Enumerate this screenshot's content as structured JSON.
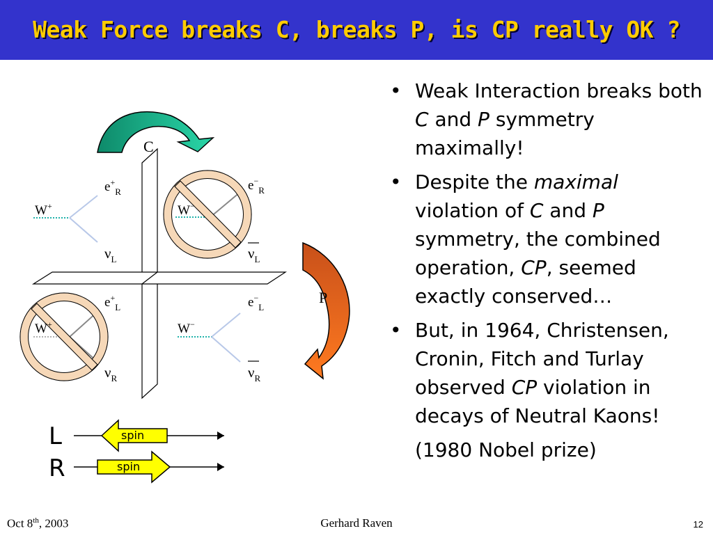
{
  "title": "Weak Force breaks C, breaks P, is CP really OK ?",
  "bullets": [
    {
      "parts": [
        "Weak Interaction breaks both ",
        "C",
        " and ",
        "P",
        " symmetry maximally!"
      ]
    },
    {
      "parts": [
        "Despite the ",
        "maximal",
        " violation of ",
        "C",
        " and ",
        "P",
        " symmetry, the combined operation, ",
        "CP",
        ", seemed exactly conserved…"
      ]
    },
    {
      "parts": [
        "But, in 1964, Christensen, Cronin, Fitch and Turlay observed ",
        "CP",
        " violation in decays of Neutral Kaons!"
      ]
    }
  ],
  "nobel": "(1980 Nobel prize)",
  "diagram": {
    "c_label": "C",
    "p_label": "P",
    "top_left": {
      "boson": "W",
      "boson_charge": "+",
      "lepton": "e",
      "lepton_charge": "+",
      "lepton_sub": "R",
      "neutrino": "ν",
      "neutrino_sub": "L"
    },
    "top_right": {
      "boson": "W",
      "boson_charge": "−",
      "lepton": "e",
      "lepton_charge": "−",
      "lepton_sub": "R",
      "neutrino": "ν",
      "neutrino_sub": "L"
    },
    "bottom_left": {
      "boson": "W",
      "boson_charge": "+",
      "lepton": "e",
      "lepton_charge": "+",
      "lepton_sub": "L",
      "neutrino": "ν",
      "neutrino_sub": "R"
    },
    "bottom_right": {
      "boson": "W",
      "boson_charge": "−",
      "lepton": "e",
      "lepton_charge": "−",
      "lepton_sub": "L",
      "neutrino": "ν",
      "neutrino_sub": "R"
    },
    "spin_left_label": "L",
    "spin_right_label": "R",
    "spin_text": "spin"
  },
  "footer": {
    "date_main": "Oct 8",
    "date_sup": "th",
    "date_year": ", 2003",
    "author": "Gerhard Raven",
    "page": "12"
  },
  "colors": {
    "title_bg": "#3333cc",
    "title_text": "#ffcc00",
    "c_arrow": "#1fb28a",
    "p_arrow": "#e8641a",
    "spin_arrow": "#ffff00",
    "prohibition": "#f6d8b8",
    "wline": "#20b2aa"
  }
}
